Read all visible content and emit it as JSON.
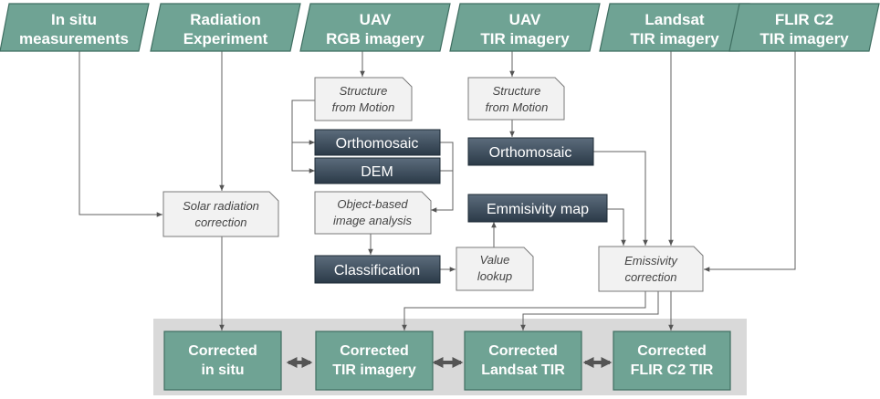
{
  "inputs": [
    {
      "line1": "In situ",
      "line2": "measurements"
    },
    {
      "line1": "Radiation",
      "line2": "Experiment"
    },
    {
      "line1": "UAV",
      "line2": "RGB imagery"
    },
    {
      "line1": "UAV",
      "line2": "TIR imagery"
    },
    {
      "line1": "Landsat",
      "line2": "TIR imagery"
    },
    {
      "line1": "FLIR C2",
      "line2": "TIR imagery"
    }
  ],
  "processes": {
    "sfm_rgb": {
      "line1": "Structure",
      "line2": "from Motion"
    },
    "sfm_tir": {
      "line1": "Structure",
      "line2": "from Motion"
    },
    "solar": {
      "line1": "Solar radiation",
      "line2": "correction"
    },
    "obia": {
      "line1": "Object-based",
      "line2": "image analysis"
    },
    "lookup": {
      "line1": "Value",
      "line2": "lookup"
    },
    "emis_corr": {
      "line1": "Emissivity",
      "line2": "correction"
    }
  },
  "products": {
    "ortho_rgb": "Orthomosaic",
    "dem": "DEM",
    "ortho_tir": "Orthomosaic",
    "emis_map": "Emmisivity map",
    "classification": "Classification"
  },
  "outputs": [
    {
      "line1": "Corrected",
      "line2": "in situ"
    },
    {
      "line1": "Corrected",
      "line2": "TIR imagery"
    },
    {
      "line1": "Corrected",
      "line2": "Landsat TIR"
    },
    {
      "line1": "Corrected",
      "line2": "FLIR C2 TIR"
    }
  ],
  "colors": {
    "input_fill": "#6fa394",
    "product_fill_top": "#5c6c7c",
    "product_fill_bottom": "#2b3a48",
    "note_fill": "#f2f2f2",
    "output_panel": "#d9d9d9"
  }
}
